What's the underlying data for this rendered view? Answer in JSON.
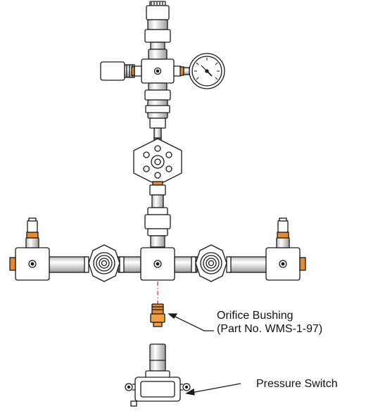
{
  "labels": {
    "orifice_line1": "Orifice Bushing",
    "orifice_line2": "(Part No. WMS-1-97)",
    "pressure_switch": "Pressure Switch"
  },
  "colors": {
    "line": "#1a1a1a",
    "body_fill": "#ffffff",
    "gasket_orange": "#e8892a",
    "centerline_red": "#d9262a",
    "pipe_shade": "#e6e6e6"
  },
  "icons": {
    "gauge": "pressure-gauge-icon",
    "valve": "handwheel-valve-icon",
    "switch": "pressure-switch-icon"
  }
}
